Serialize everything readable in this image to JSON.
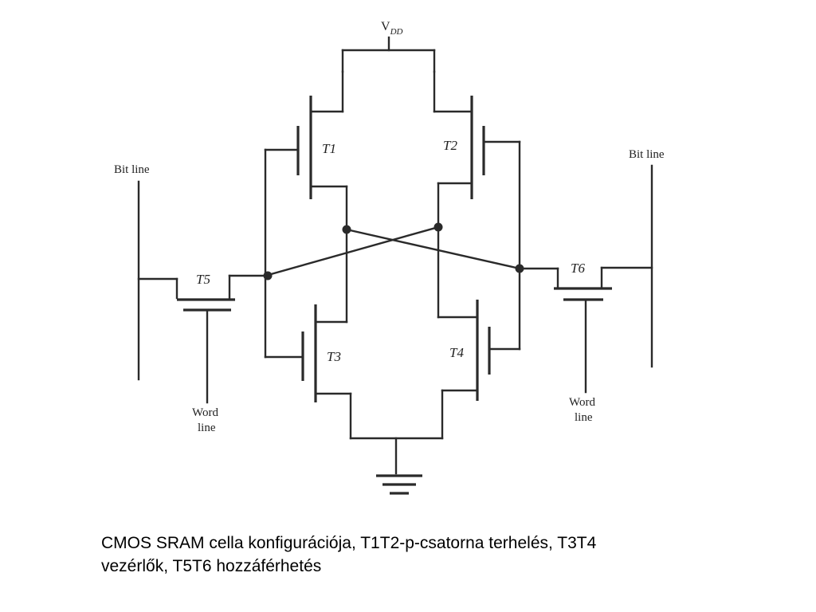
{
  "diagram": {
    "supply_label": "V",
    "supply_subscript": "DD",
    "transistors": {
      "t1": "T1",
      "t2": "T2",
      "t3": "T3",
      "t4": "T4",
      "t5": "T5",
      "t6": "T6"
    },
    "bit_line_left": "Bit line",
    "bit_line_right": "Bit line",
    "word_line_left": [
      "Word",
      "line"
    ],
    "word_line_right": [
      "Word",
      "line"
    ]
  },
  "caption": {
    "line1": "CMOS SRAM cella konfigurációja, T1T2-p-csatorna terhelés, T3T4",
    "line2": "vezérlők, T5T6 hozzáférhetés"
  }
}
